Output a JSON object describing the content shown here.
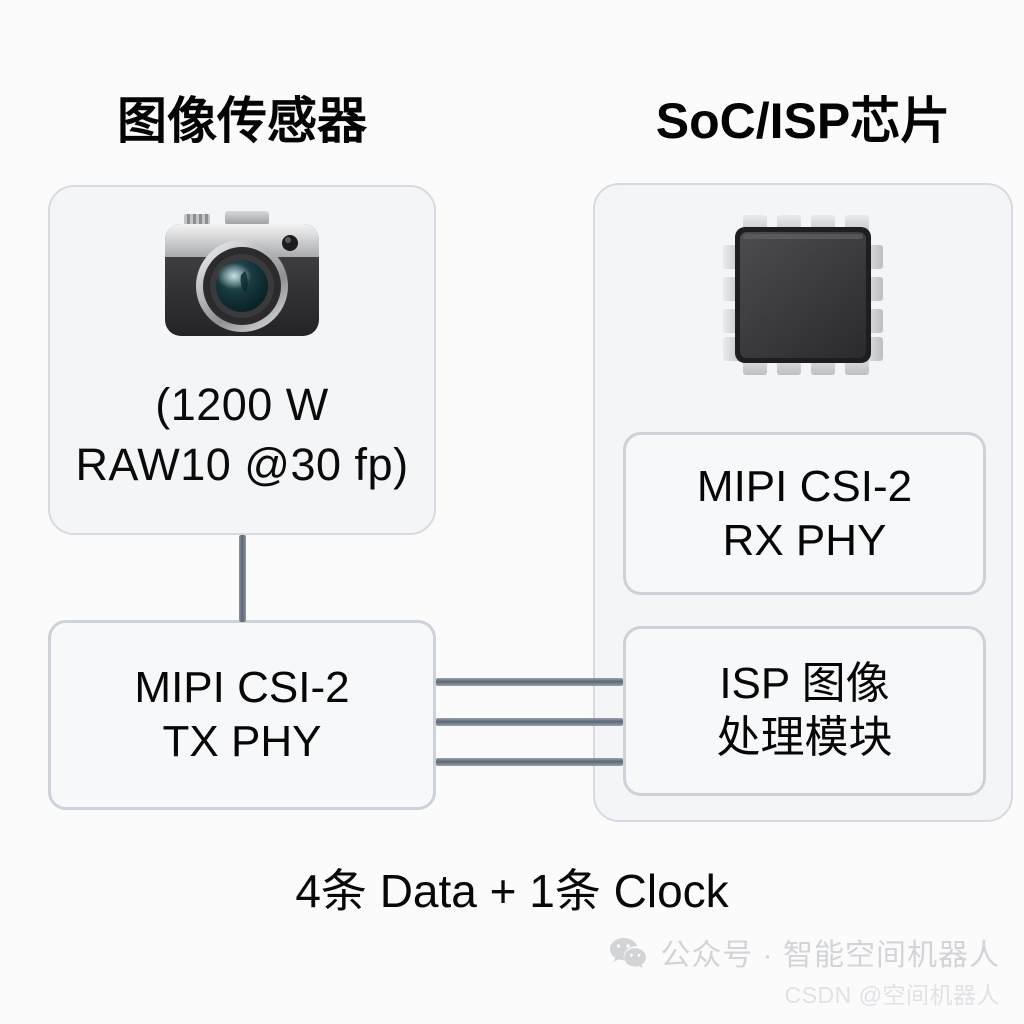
{
  "background_color": "#fbfbfc",
  "diagram": {
    "title_left": "图像传感器",
    "title_right": "SoC/ISP芯片",
    "sensor_panel": {
      "icon": "camera-icon",
      "spec_line1": "(1200 W",
      "spec_line2": "RAW10 @30 fp)"
    },
    "soc_panel": {
      "icon": "chip-icon",
      "blocks": [
        {
          "line1": "MIPI CSI-2",
          "line2": "RX PHY"
        },
        {
          "line1": "ISP 图像",
          "line2": "处理模块"
        }
      ]
    },
    "tx_block": {
      "line1": "MIPI CSI-2",
      "line2": "TX PHY"
    },
    "caption": "4条 Data + 1条 Clock",
    "connector_color": "#5b6774",
    "panel_border_color": "#d6dae1",
    "box_border_color": "#ccd2da"
  },
  "watermark": {
    "icon": "wechat-icon",
    "main": "公众号 · 智能空间机器人",
    "sub": "CSDN @空间机器人"
  }
}
